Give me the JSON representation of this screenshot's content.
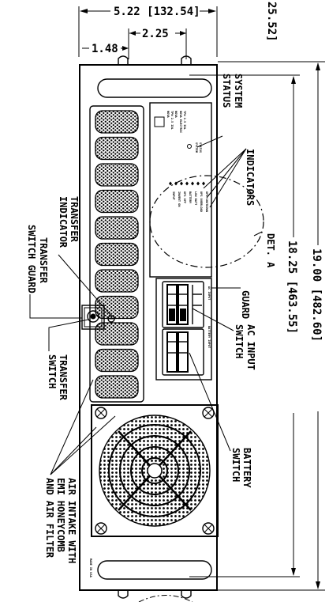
{
  "dimensions": {
    "overall_width": "5.22 [132.54]",
    "mount_offset": "1.48",
    "mount_spacing": "2.25",
    "partial_top_right": "25.52]",
    "overall_height": "19.00 [482.60]",
    "mount_height": "18.25 [463.55]"
  },
  "callouts": {
    "system_status": [
      "SYSTEM",
      "STATUS"
    ],
    "indicators": "INDICATORS",
    "det_a": "DET. A",
    "guard": "GUARD",
    "ac_input_switch": [
      "AC INPUT",
      "SWITCH"
    ],
    "battery_switch": [
      "BATTERY",
      "SWITCH"
    ],
    "transfer_indicator": [
      "TRANSFER",
      "INDICATOR"
    ],
    "transfer_switch_guard": [
      "TRANSFER",
      "SWITCH GUARD"
    ],
    "transfer_switch": [
      "TRANSFER",
      "SWITCH"
    ],
    "air_intake": [
      "AIR INTAKE WITH",
      "EMI HONEYCOMB",
      "AND AIR FILTER"
    ]
  },
  "panel_text": {
    "label_block": [
      "NOVA",
      "TPW 2.5 IDL",
      "NOVA ELECTRIC"
    ],
    "status_text": [
      "SYSTEM",
      "STATUS"
    ],
    "indicator_lines": [
      "INPUT",
      "INVERT ON",
      "UPS OFF",
      "BATTERY",
      "LOW BATT",
      "UPS OVERLOAD",
      "UPS SHUTDOWN"
    ],
    "ac_input_label": "AC INPUT",
    "battery_input_label": "BATTERY INPUT",
    "made_in_usa": "MADE IN USA"
  }
}
